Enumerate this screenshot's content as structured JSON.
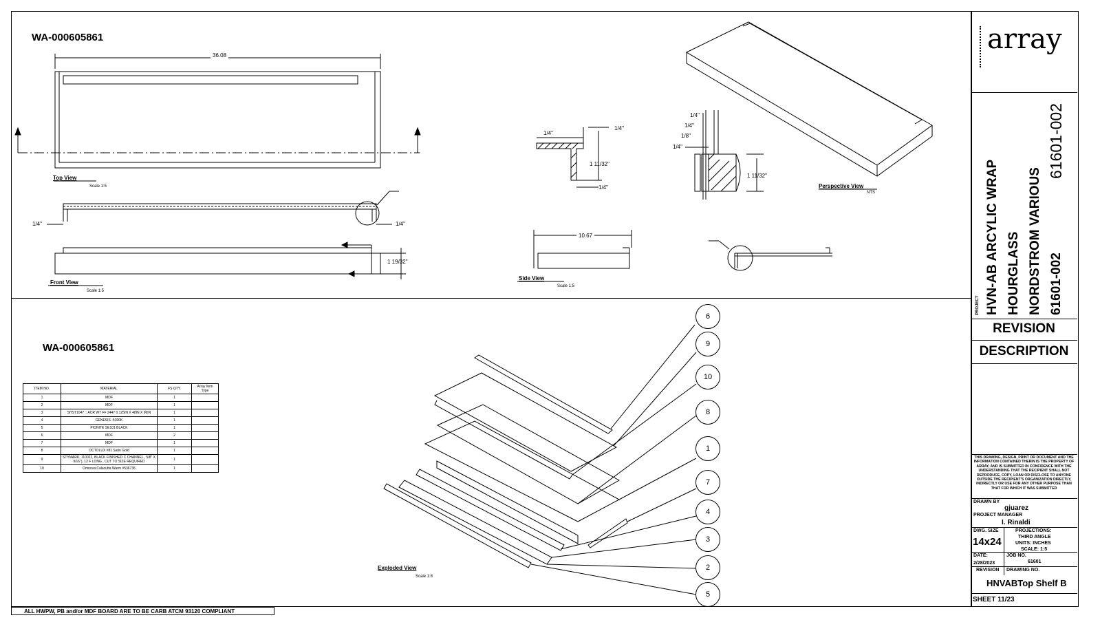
{
  "top_section": {
    "part_id": "WA-000605861",
    "overall_length": "36.08",
    "top_view_label": "Top View",
    "top_view_scale": "Scale 1:5",
    "front_view_label": "Front View",
    "front_view_scale": "Scale 1:5",
    "side_view_label": "Side View",
    "side_view_scale": "Scale 1:5",
    "side_view_length": "10.67",
    "perspective_label": "Perspective View",
    "perspective_scale": "NTS",
    "dims": {
      "quarter": "1/4\"",
      "eighth": "1/8\"",
      "height_1_11_32": "1 11/32\"",
      "height_1_19_32": "1 19/32\""
    }
  },
  "bottom_section": {
    "part_id": "WA-000605861",
    "exploded_label": "Exploded View",
    "exploded_scale": "Scale 1:8",
    "balloons": [
      "6",
      "9",
      "10",
      "8",
      "1",
      "7",
      "4",
      "3",
      "2",
      "5"
    ]
  },
  "bom": {
    "headers": [
      "ITEM NO.",
      "MATERIAL",
      "FS QTY.",
      "Array Item Type"
    ],
    "rows": [
      [
        "1",
        "MDF",
        "1",
        ""
      ],
      [
        "2",
        "MDF",
        "1",
        ""
      ],
      [
        "3",
        "SHST1047 :: ACR WT FF 2447 0.125IN X 48IN X 96IN",
        "1",
        ""
      ],
      [
        "4",
        "GENESIS -5300K",
        "1",
        ""
      ],
      [
        "5",
        "PIONITE SE101 BLACK",
        "1",
        ""
      ],
      [
        "6",
        "MDF",
        "2",
        ""
      ],
      [
        "7",
        "MDF",
        "1",
        ""
      ],
      [
        "8",
        "OCTOLUX #81 Satin Gold",
        "1",
        ""
      ],
      [
        "9",
        "STYMARK, 110022, BLACK FINISHED C CHANNEL , 5/8\" X 9/16\"), 12 F LONG , CUT TO SIZE REQUIRED",
        "1",
        ""
      ],
      [
        "10",
        "Omnova Calacutta Warm #536736",
        "1",
        ""
      ]
    ]
  },
  "footer_note": "ALL HWPW, PB and/or MDF BOARD ARE TO BE CARB ATCM 93120 COMPLIANT",
  "title_block": {
    "logo": "array",
    "project_label": "PROJECT",
    "project_lines": [
      "HVN-AB ARCYLIC WRAP",
      "HOURGLASS",
      "NORDSTROM VARIOUS",
      "61601-002"
    ],
    "project_number": "61601-002",
    "revision": "REVISION",
    "description": "DESCRIPTION",
    "confidentiality": "THIS DRAWING, DESIGN, PRINT OR DOCUMENT AND THE INFORMATION CONTAINED THERIN IS THE PROPERTY OF ARRAY, AND IS SUBMITTED IN CONFIDENCE WITH THE UNDERSTANDING THAT THE RECIPIENT SHALL NOT REPRODUCE, COPY, LOAN OR DISCLOSE TO ANYONE OUTSIDE THE RECIPIENT'S ORGANIZATION DIRECTLY, INDIRECTLY OR USE FOR ANY OTHER PURPOSE THAN THAT FOR WHICH IT WAS SUBMITTED",
    "drawn_by_label": "DRAWN BY",
    "drawn_by": "gjuarez",
    "pm_label": "PROJECT MANAGER",
    "pm": "I. Rinaldi",
    "dwg_size_label": "DWG. SIZE",
    "dwg_size": "14x24",
    "projections": "PROJECTIONS:",
    "third_angle": "THIRD ANGLE",
    "units": "UNITS: INCHES",
    "scale": "SCALE: 1:5",
    "date_label": "DATE:",
    "date": "2/28/2023",
    "job_no_label": "JOB NO.",
    "job_no": "61601",
    "revision_label": "REVISION",
    "drawing_no_label": "DRAWING NO.",
    "drawing_no": "HNVABTop Shelf B",
    "sheet": "SHEET 11/23"
  }
}
